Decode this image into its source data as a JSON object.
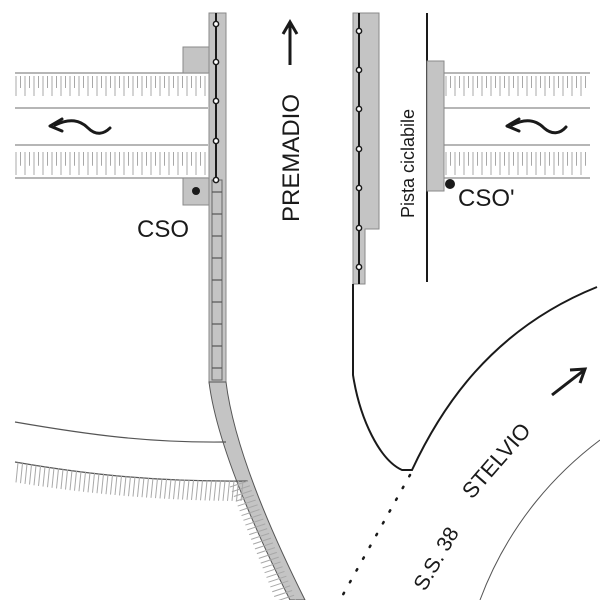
{
  "labels": {
    "premadio": "PREMADIO",
    "pista": "Pista ciclabile",
    "cso": "CSO",
    "cso_prime": "CSO'",
    "stelvio": "STELVIO",
    "ss38": "S.S. 38"
  },
  "colors": {
    "line": "#1a1a1a",
    "fill_gray": "#c4c4c4",
    "edge_gray": "#8a8a8a",
    "hatch": "#a8a8a8"
  },
  "icons": {
    "premadio_arrow": "arrow-up-icon",
    "stelvio_arrow": "arrow-northeast-icon",
    "flow_left": "flow-wave-arrow-icon",
    "flow_right": "flow-wave-arrow-icon"
  }
}
